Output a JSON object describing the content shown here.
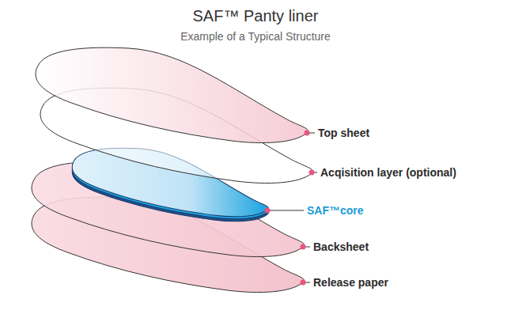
{
  "diagram": {
    "title": "SAF™ Panty liner",
    "labels": [
      "Example of a Typical Structure",
      "Top sheet",
      "Acqisition layer (optional)",
      "SAF™core",
      "Backsheet",
      "Release paper"
    ]
  }
}
